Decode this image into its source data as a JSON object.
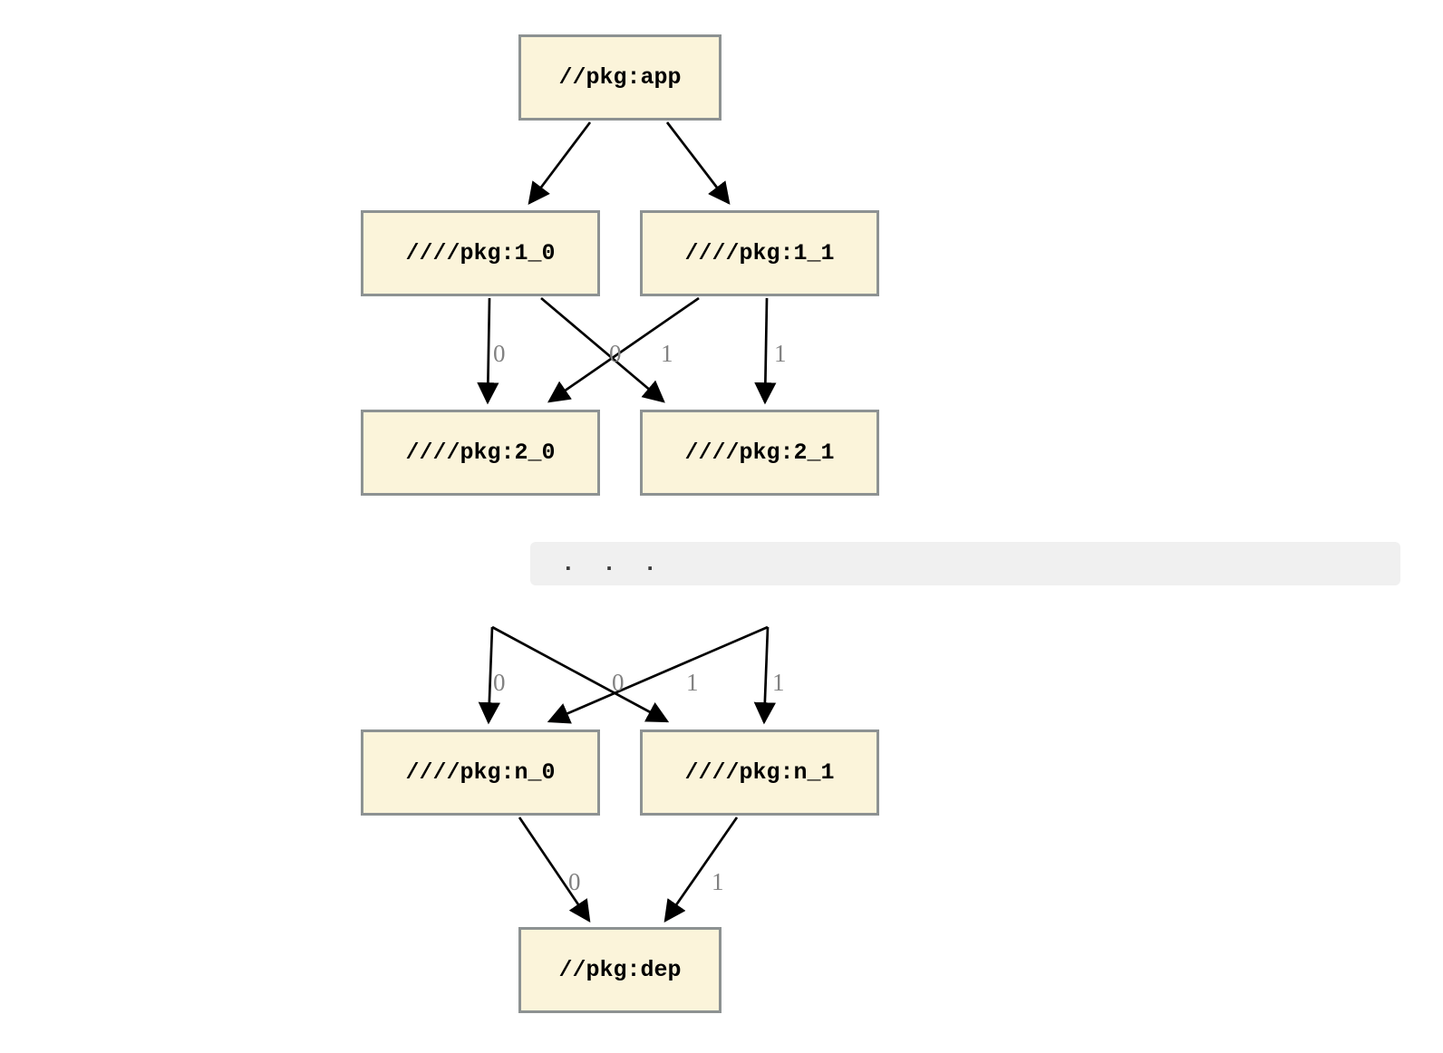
{
  "diagram": {
    "type": "dependency-graph",
    "nodes": {
      "app": {
        "label": "//pkg:app"
      },
      "l1_0": {
        "label": "////pkg:1_0"
      },
      "l1_1": {
        "label": "////pkg:1_1"
      },
      "l2_0": {
        "label": "////pkg:2_0"
      },
      "l2_1": {
        "label": "////pkg:2_1"
      },
      "ln_0": {
        "label": "////pkg:n_0"
      },
      "ln_1": {
        "label": "////pkg:n_1"
      },
      "dep": {
        "label": "//pkg:dep"
      }
    },
    "separator": {
      "text": ". . ."
    },
    "edges": [
      {
        "from": "//pkg:app",
        "to": "////pkg:1_0",
        "label": ""
      },
      {
        "from": "//pkg:app",
        "to": "////pkg:1_1",
        "label": ""
      },
      {
        "from": "////pkg:1_0",
        "to": "////pkg:2_0",
        "label": "0"
      },
      {
        "from": "////pkg:1_0",
        "to": "////pkg:2_1",
        "label": "1"
      },
      {
        "from": "////pkg:1_1",
        "to": "////pkg:2_0",
        "label": "0"
      },
      {
        "from": "////pkg:1_1",
        "to": "////pkg:2_1",
        "label": "1"
      },
      {
        "from": "…",
        "to": "////pkg:n_0",
        "label": "0"
      },
      {
        "from": "…",
        "to": "////pkg:n_1",
        "label": "1"
      },
      {
        "from": "…",
        "to": "////pkg:n_0",
        "label": "0"
      },
      {
        "from": "…",
        "to": "////pkg:n_1",
        "label": "1"
      },
      {
        "from": "////pkg:n_0",
        "to": "//pkg:dep",
        "label": "0"
      },
      {
        "from": "////pkg:n_1",
        "to": "//pkg:dep",
        "label": "1"
      }
    ],
    "colors": {
      "node_fill": "#FBF4DA",
      "node_border": "#8D9292",
      "edge": "#000000",
      "edge_label": "#828282",
      "separator_bg": "#F0F0F0",
      "background": "#FFFFFF"
    }
  }
}
